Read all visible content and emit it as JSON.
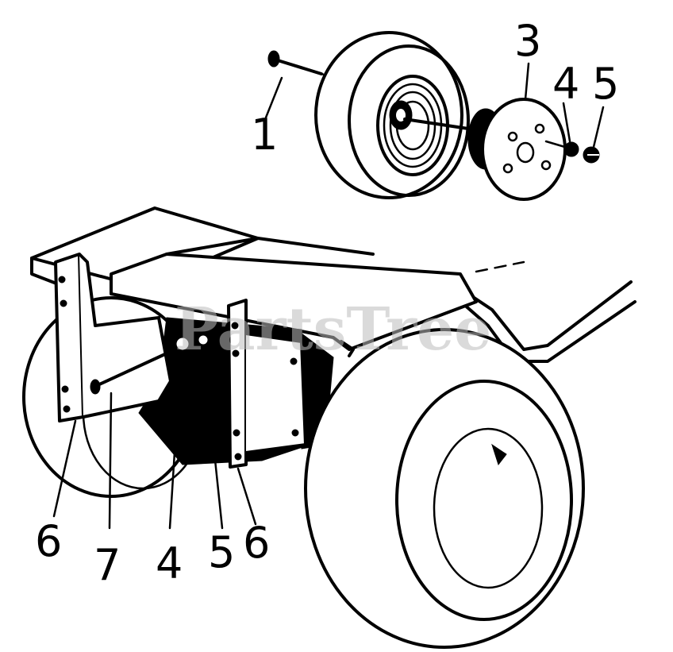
{
  "watermark": "PartsTree",
  "callouts": {
    "c1": "1",
    "c3": "3",
    "c4_top": "4",
    "c5_top": "5",
    "c6_left": "6",
    "c7": "7",
    "c4_bottom": "4",
    "c5_bottom": "5",
    "c6_right": "6"
  },
  "colors": {
    "ink": "#000000",
    "paper": "#ffffff",
    "watermark": "#bdbdbd"
  }
}
